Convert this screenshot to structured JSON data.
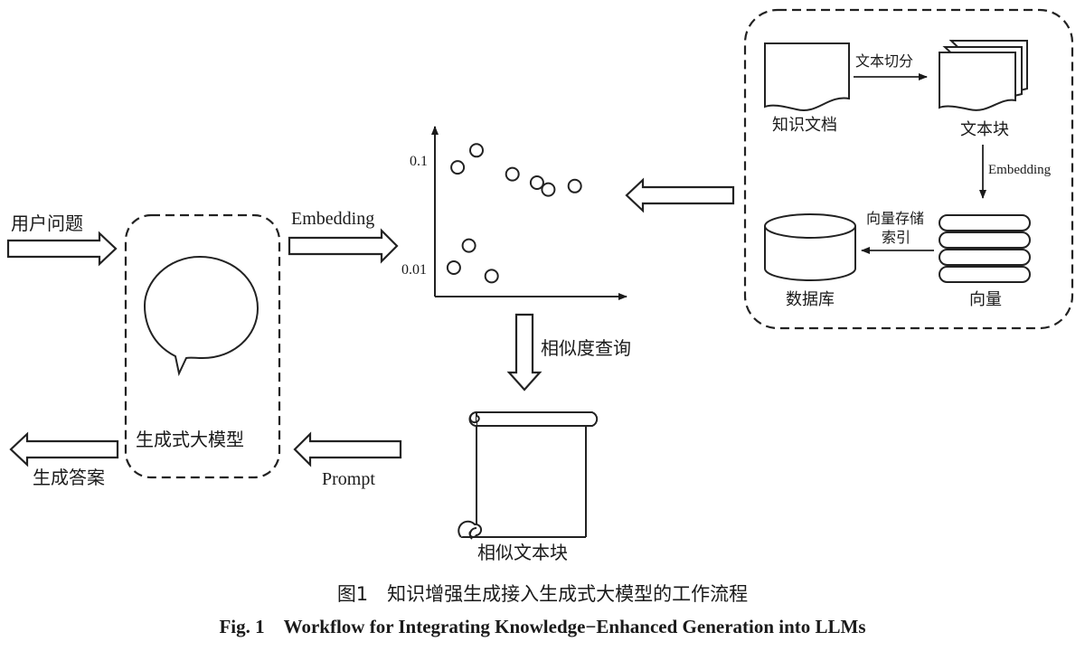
{
  "diagram": {
    "user_question": "用户问题",
    "generate_answer": "生成答案",
    "llm_label": "生成式大模型",
    "embedding_main": "Embedding",
    "prompt": "Prompt",
    "similarity_query": "相似度查询",
    "similar_chunks": "相似文本块",
    "scatter": {
      "y_tick_high": "0.1",
      "y_tick_low": "0.01",
      "points": [
        {
          "x": 0.22,
          "y": 0.86
        },
        {
          "x": 0.12,
          "y": 0.76
        },
        {
          "x": 0.41,
          "y": 0.72
        },
        {
          "x": 0.54,
          "y": 0.67
        },
        {
          "x": 0.6,
          "y": 0.63
        },
        {
          "x": 0.74,
          "y": 0.65
        },
        {
          "x": 0.18,
          "y": 0.3
        },
        {
          "x": 0.1,
          "y": 0.17
        },
        {
          "x": 0.3,
          "y": 0.12
        }
      ]
    },
    "knowledge_panel": {
      "knowledge_doc": "知识文档",
      "text_split": "文本切分",
      "text_chunks": "文本块",
      "embedding": "Embedding",
      "vectors": "向量",
      "vector_index_line1": "向量存储",
      "vector_index_line2": "索引",
      "database": "数据库"
    }
  },
  "caption": {
    "cn": "图1　知识增强生成接入生成式大模型的工作流程",
    "en": "Fig. 1　Workflow for Integrating Knowledge−Enhanced Generation into LLMs"
  }
}
